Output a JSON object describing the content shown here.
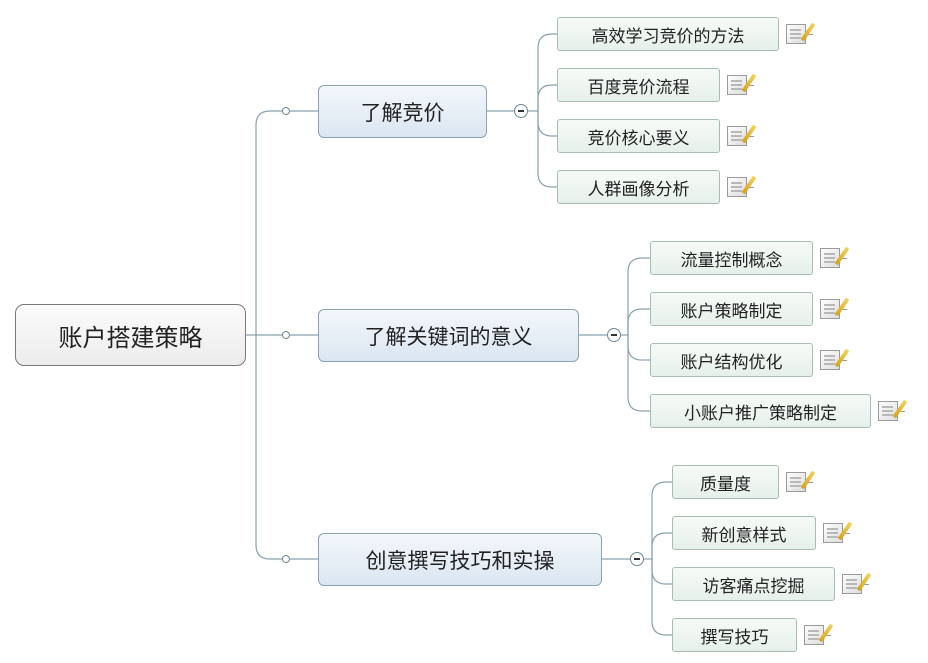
{
  "root": {
    "label": "账户搭建策略"
  },
  "branches": [
    {
      "label": "了解竞价",
      "children": [
        "高效学习竞价的方法",
        "百度竞价流程",
        "竞价核心要义",
        "人群画像分析"
      ]
    },
    {
      "label": "了解关键词的意义",
      "children": [
        "流量控制概念",
        "账户策略制定",
        "账户结构优化",
        "小账户推广策略制定"
      ]
    },
    {
      "label": "创意撰写技巧和实操",
      "children": [
        "质量度",
        "新创意样式",
        "访客痛点挖掘",
        "撰写技巧"
      ]
    }
  ],
  "colors": {
    "connector": "#8aa1ac",
    "root_border": "#7a7a7a",
    "main_fill": "#dbe6f1",
    "leaf_fill": "#e6f0ea"
  }
}
